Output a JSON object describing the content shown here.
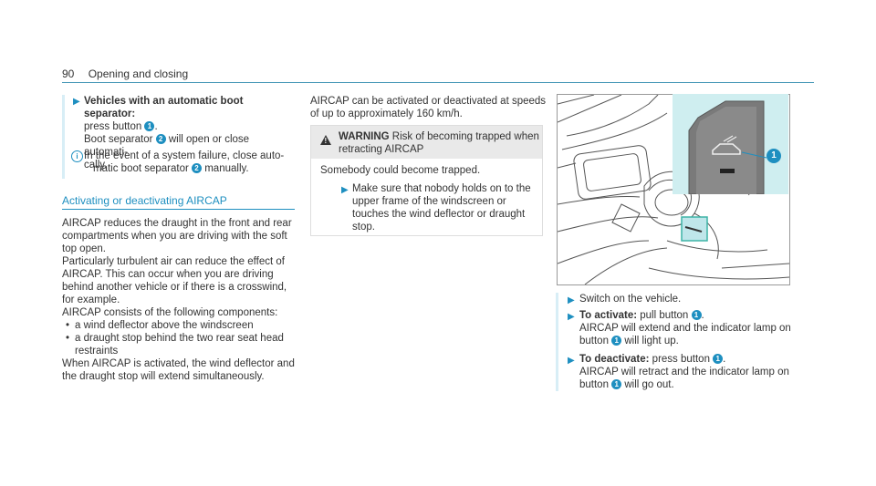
{
  "header": {
    "page_number": "90",
    "title": "Opening and closing"
  },
  "col1": {
    "step1": {
      "heading": "Vehicles with an automatic boot separator:",
      "line1_pre": "press button ",
      "line1_num": "1",
      "line1_post": ".",
      "line2_pre": "Boot separator ",
      "line2_num": "2",
      "line2_post": " will open or close automati-",
      "line3": "cally."
    },
    "info": {
      "line1": "In the event of a system failure, close auto-",
      "line2_pre": "matic boot separator ",
      "line2_num": "2",
      "line2_post": " manually."
    },
    "section_title": "Activating or deactivating AIRCAP",
    "para1": [
      "AIRCAP reduces the draught in the front and rear",
      "compartments when you are driving with the soft",
      "top open."
    ],
    "para2": [
      "Particularly turbulent air can reduce the effect of",
      "AIRCAP. This can occur when you are driving",
      "behind another vehicle or if there is a crosswind,",
      "for example."
    ],
    "para3": "AIRCAP consists of the following components:",
    "bullets": [
      "a wind deflector above the windscreen",
      "a draught stop behind the two rear seat head",
      "restraints"
    ],
    "para4": [
      "When AIRCAP is activated, the wind deflector and",
      "the draught stop will extend simultaneously."
    ]
  },
  "col2": {
    "intro": [
      "AIRCAP can be activated or deactivated at speeds",
      "of up to approximately 160 km/h."
    ],
    "warning": {
      "label": "WARNING",
      "title_rest": " Risk of becoming trapped when",
      "title_line2": "retracting AIRCAP",
      "body": "Somebody could become trapped.",
      "action": [
        "Make sure that nobody holds on to the",
        "upper frame of the windscreen or",
        "touches the wind deflector or draught",
        "stop."
      ]
    }
  },
  "col3": {
    "callout_num": "1",
    "step_switch": "Switch on the vehicle.",
    "activate": {
      "label": "To activate:",
      "rest": " pull button ",
      "num": "1",
      "post": ".",
      "line2": "AIRCAP will extend and the indicator lamp on",
      "line3_pre": "button ",
      "line3_num": "1",
      "line3_post": " will light up."
    },
    "deactivate": {
      "label": "To deactivate:",
      "rest": " press button ",
      "num": "1",
      "post": ".",
      "line2": "AIRCAP will retract and the indicator lamp on",
      "line3_pre": "button ",
      "line3_num": "1",
      "line3_post": " will go out."
    }
  },
  "colors": {
    "accent": "#1e8fc0",
    "bar": "#d8eef6",
    "warn_bg": "#e9e9e9",
    "inset_bg": "#cfeef0"
  }
}
